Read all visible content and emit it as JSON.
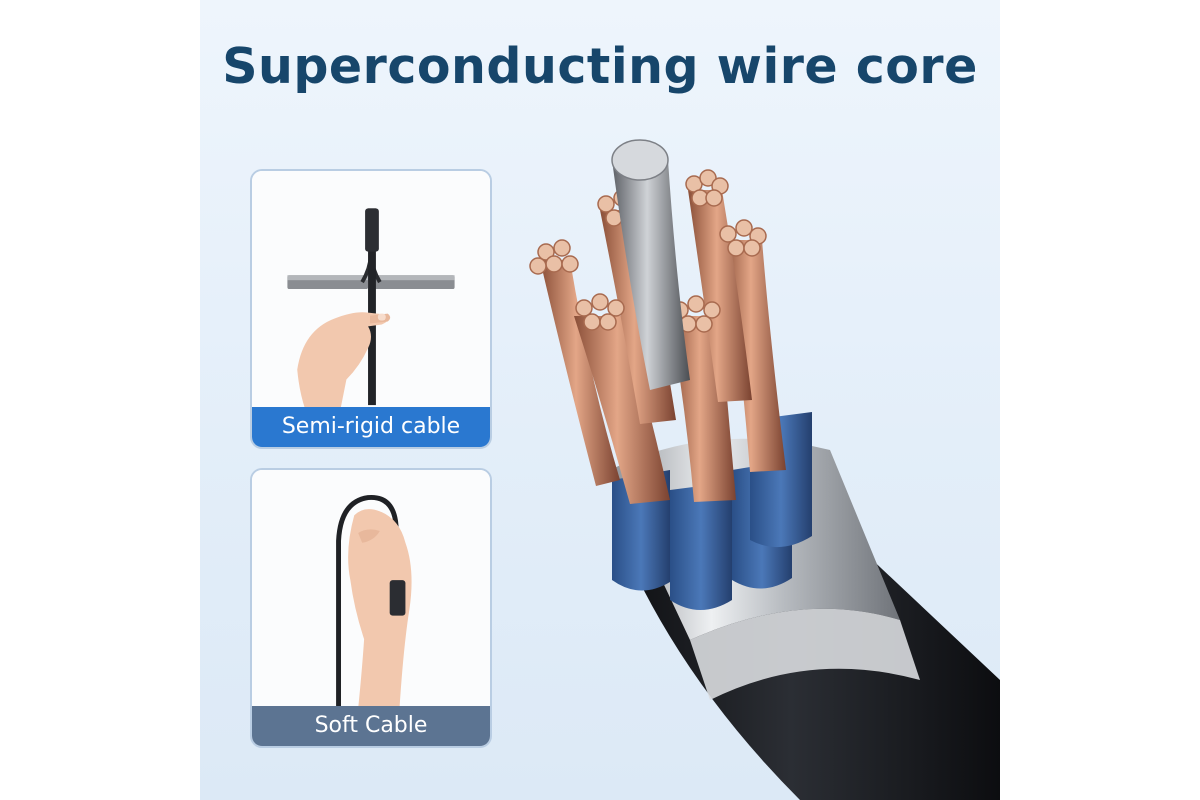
{
  "headline": "Superconducting wire core",
  "cards": [
    {
      "label": "Semi-rigid cable",
      "accent": "#2a78d0"
    },
    {
      "label": "Soft Cable",
      "accent": "#5c7492"
    }
  ],
  "colors": {
    "headline": "#17466b",
    "background": "#e3eef9",
    "copper": "#c98a6a",
    "insulation": "#3e6aa8",
    "jacket": "#1a1c20"
  }
}
